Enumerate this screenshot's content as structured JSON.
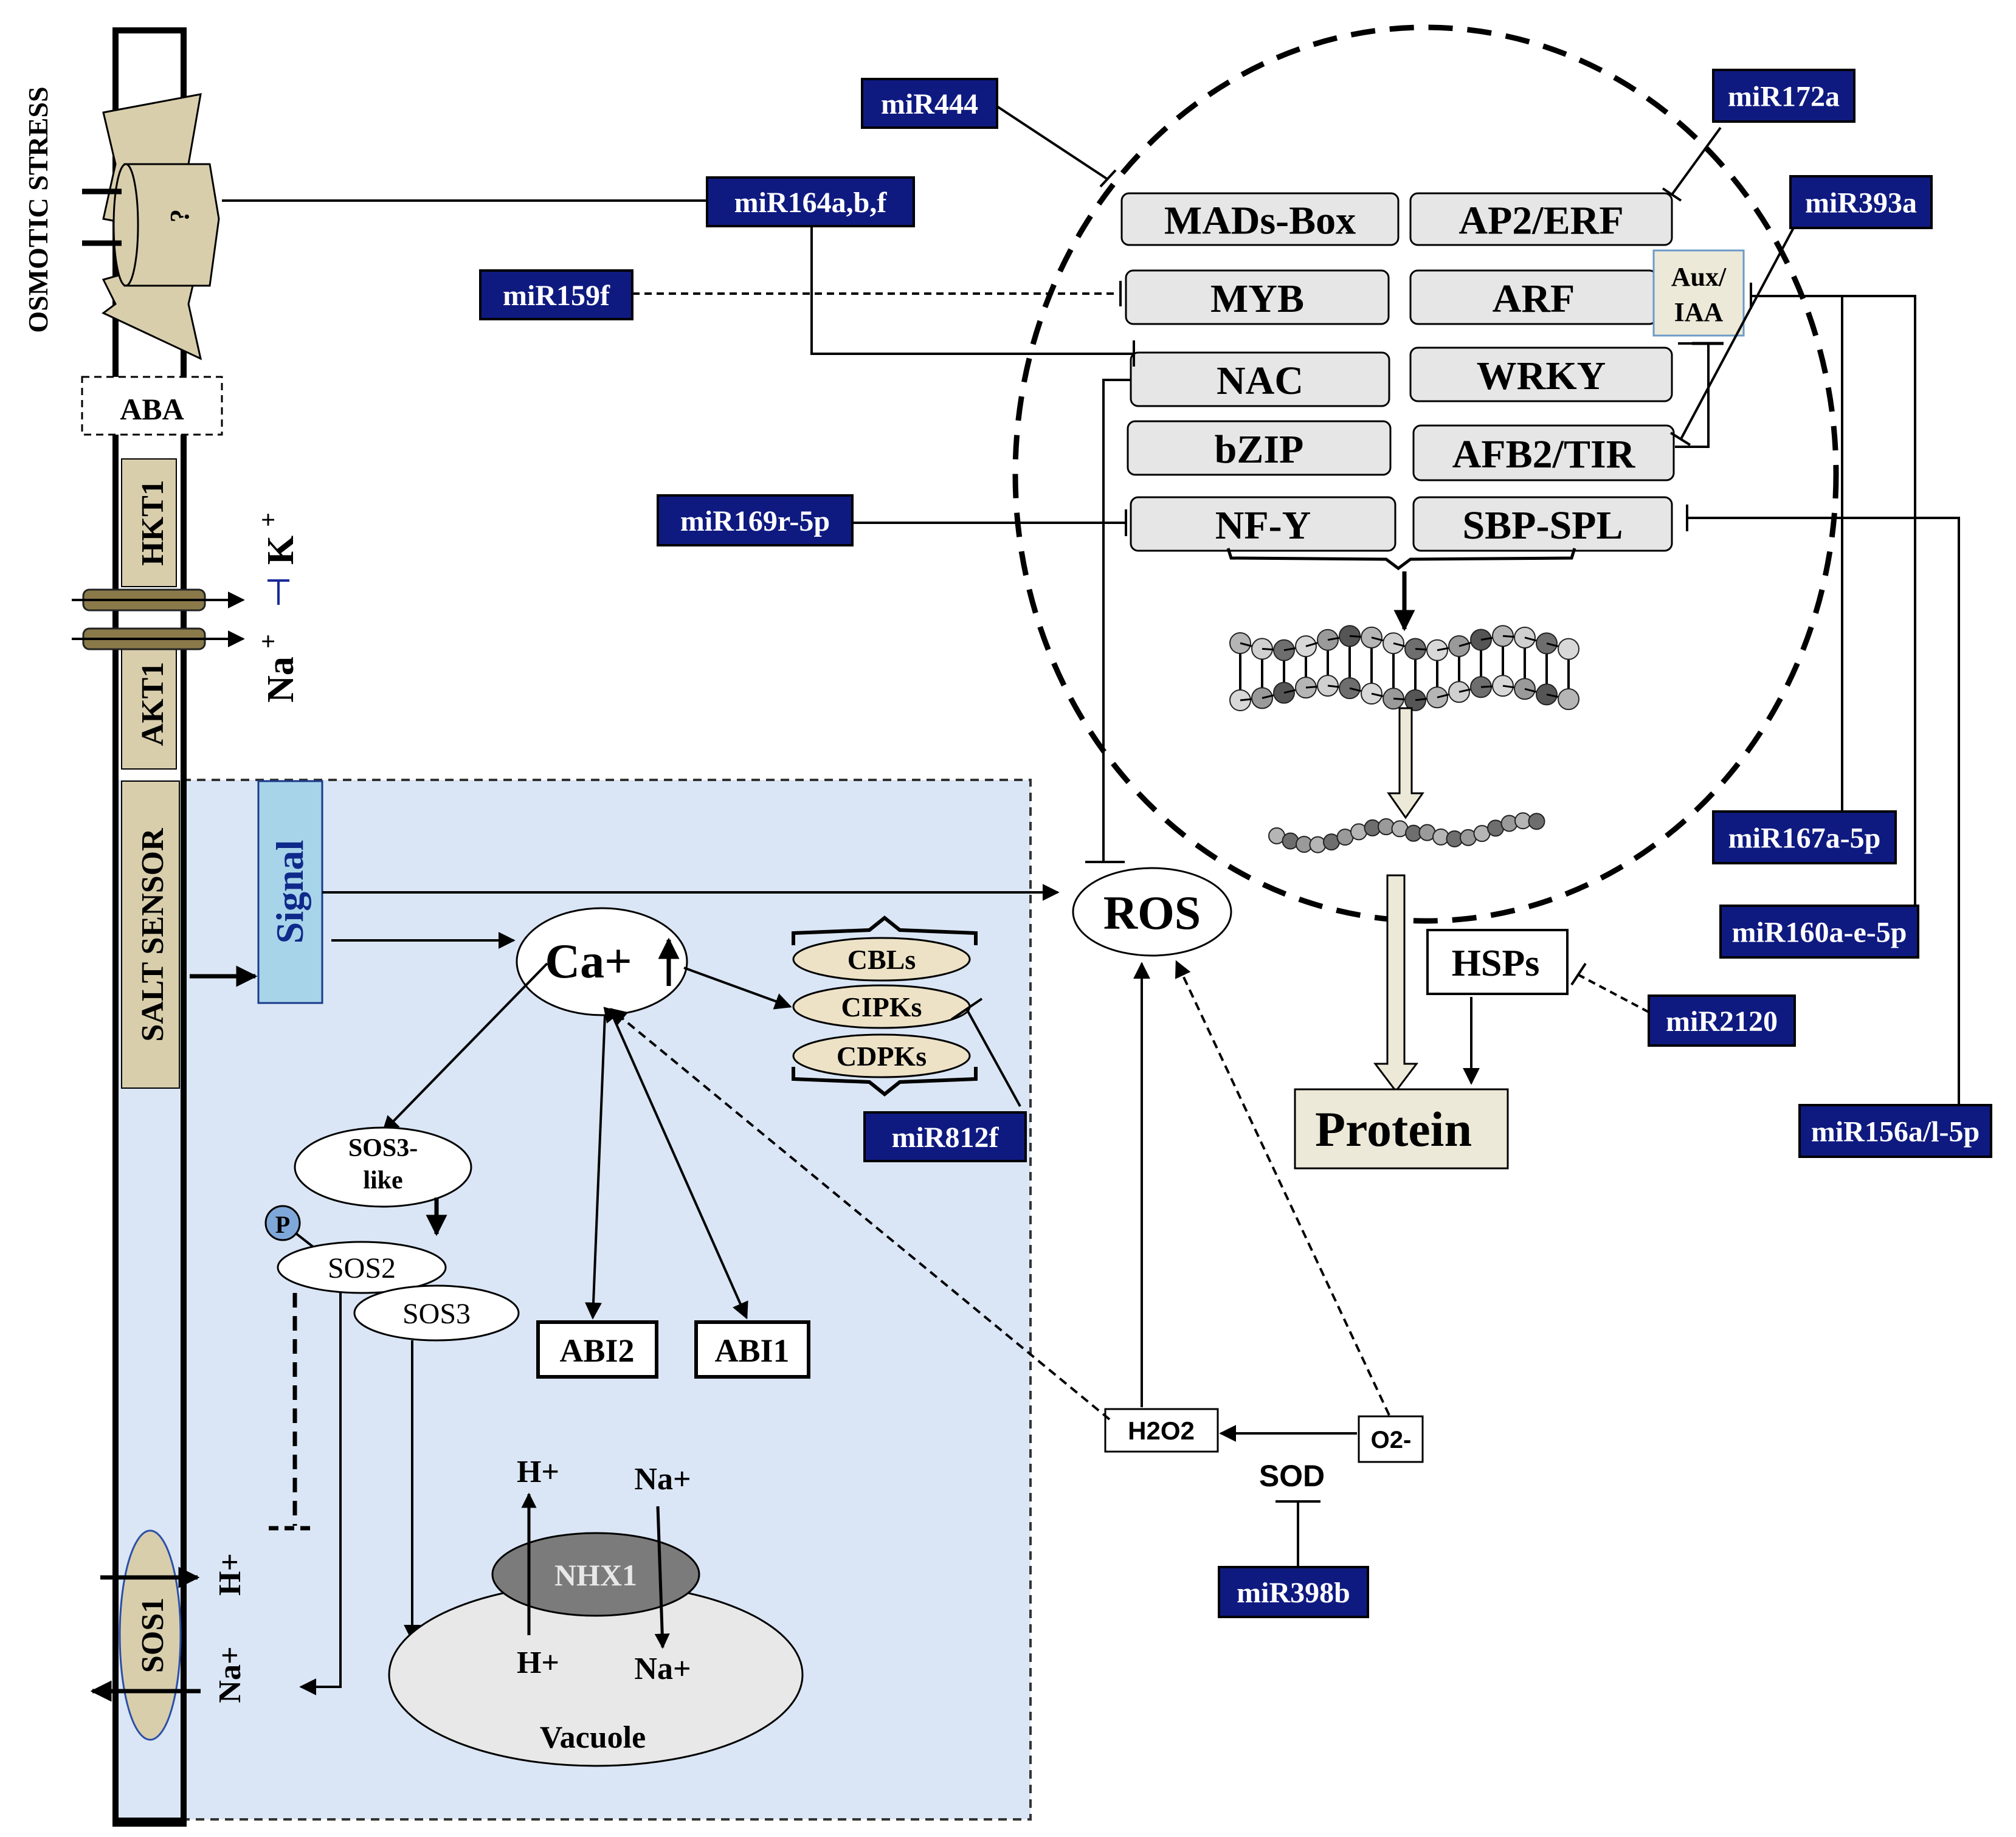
{
  "membrane": {
    "osmotic_stress": "OSMOTIC STRESS",
    "receptor": "?",
    "aba": "ABA",
    "hkt1": "HKT1",
    "akt1": "AKT1",
    "salt_sensor": "SALT SENSOR",
    "sos1": "SOS1"
  },
  "ions": {
    "k_plus": "K",
    "na_plus_super": "Na",
    "plus_sign": "+",
    "h_plus": "H+",
    "na_plus": "Na+"
  },
  "cell": {
    "signal": "Signal",
    "calcium": "Ca+",
    "sensors": [
      "CBLs",
      "CIPKs",
      "CDPKs"
    ],
    "sos3_like": [
      "SOS3-",
      "like"
    ],
    "phospho": "P",
    "sos2": "SOS2",
    "sos3": "SOS3",
    "abi2": "ABI2",
    "abi1": "ABI1",
    "nhx1": "NHX1",
    "vacuole": "Vacuole",
    "vac_h_top": "H+",
    "vac_na_top": "Na+",
    "vac_h_bottom": "H+",
    "vac_na_bottom": "Na+"
  },
  "ros": {
    "ros": "ROS",
    "h2o2": "H2O2",
    "o2": "O2-",
    "sod": "SOD"
  },
  "nucleus": {
    "tf_left": [
      "MADs-Box",
      "MYB",
      "NAC",
      "bZIP",
      "NF-Y"
    ],
    "tf_right": [
      "AP2/ERF",
      "ARF",
      "WRKY",
      "AFB2/TIR",
      "SBP-SPL"
    ],
    "aux_iaa": [
      "Aux/",
      "IAA"
    ]
  },
  "outputs": {
    "hsps": "HSPs",
    "protein": "Protein"
  },
  "mirnas": {
    "mir444": "miR444",
    "mir164": "miR164a,b,f",
    "mir159f": "miR159f",
    "mir169": "miR169r-5p",
    "mir172a": "miR172a",
    "mir393a": "miR393a",
    "mir167": "miR167a-5p",
    "mir160": "miR160a-e-5p",
    "mir2120": "miR2120",
    "mir156": "miR156a/l-5p",
    "mir812f": "miR812f",
    "mir398b": "miR398b"
  },
  "colors": {
    "mirna_fill": "#0f1a80",
    "cell_fill": "#dae6f5",
    "membrane_fill": "#d9ceac",
    "signal_fill": "#a8d4ea",
    "tf_fill": "#e6e6e6",
    "protein_fill": "#ede9d8",
    "nhx1_fill": "#7b7b7b",
    "vacuole_fill": "#e8e8e8"
  }
}
